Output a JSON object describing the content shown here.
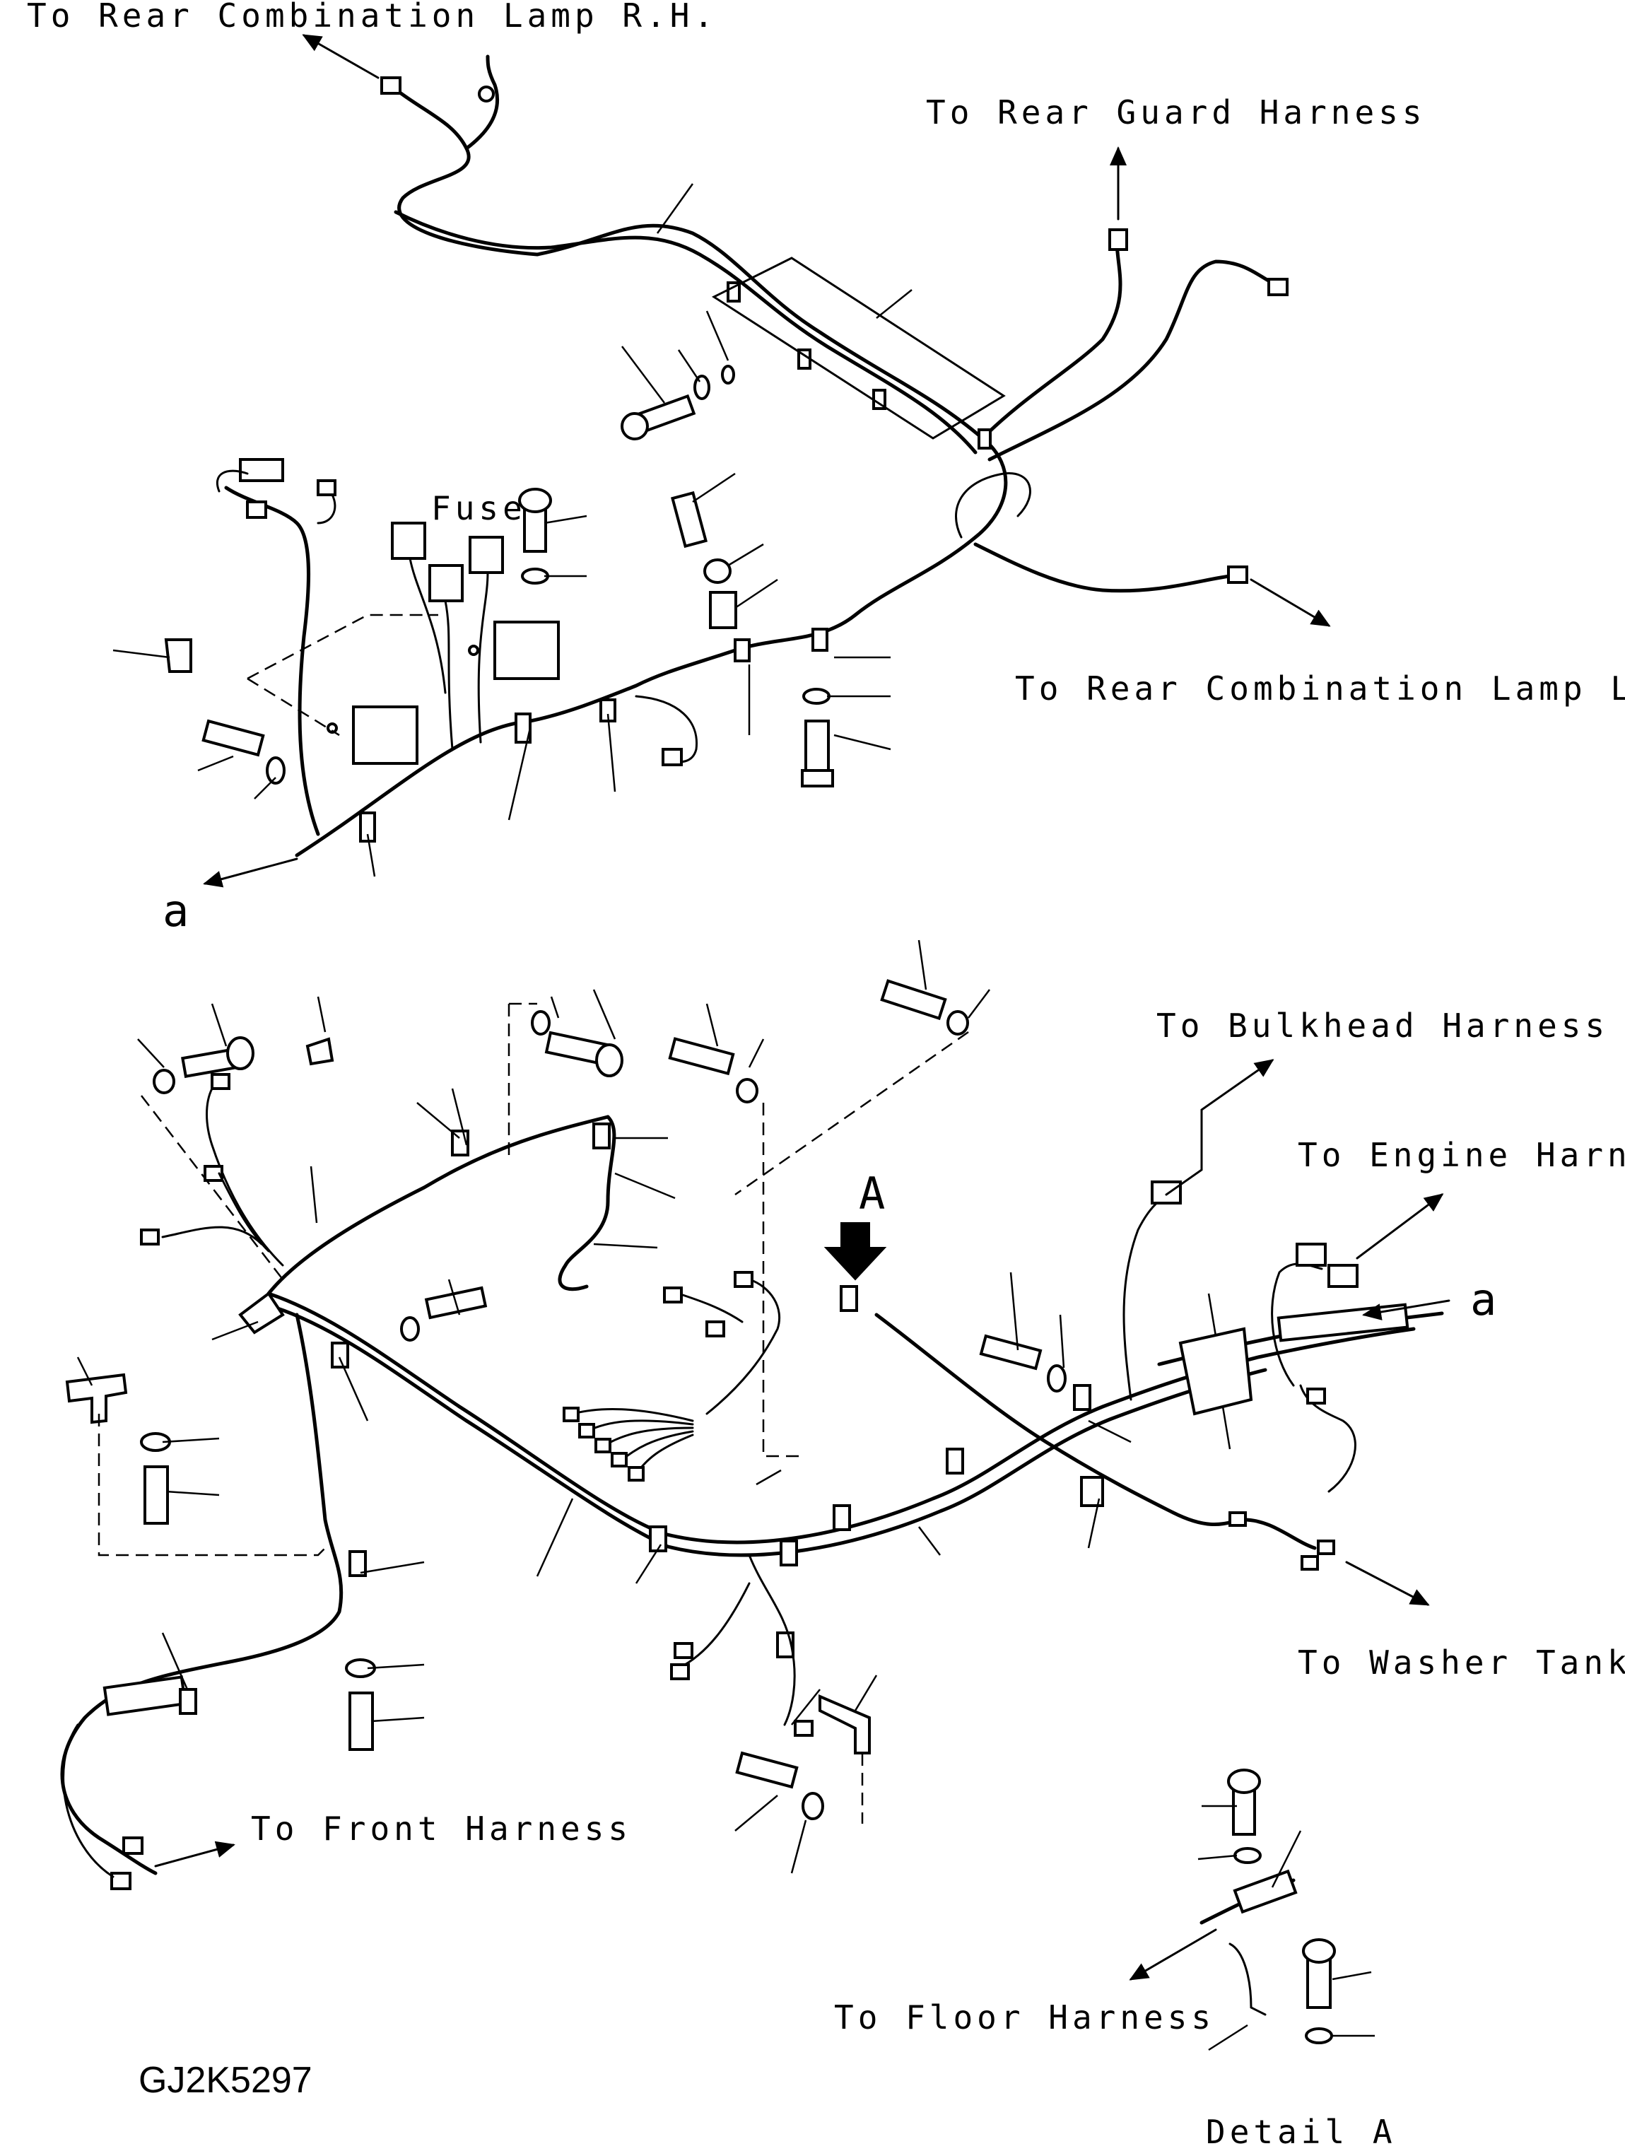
{
  "labels": {
    "rear_combo_rh": "To Rear Combination Lamp R.H.",
    "rear_guard": "To Rear Guard Harness",
    "fuse": "Fuse",
    "rear_combo_lh": "To Rear Combination Lamp L.H.",
    "ref_a_upper": "a",
    "bulkhead": "To Bulkhead Harness",
    "engine": "To Engine Harness",
    "ref_a_lower": "a",
    "view_a": "A",
    "washer_tank": "To Washer Tank",
    "front_harness": "To Front Harness",
    "floor_harness": "To Floor Harness",
    "drawing_code": "GJ2K5297",
    "detail_a": "Detail A"
  }
}
